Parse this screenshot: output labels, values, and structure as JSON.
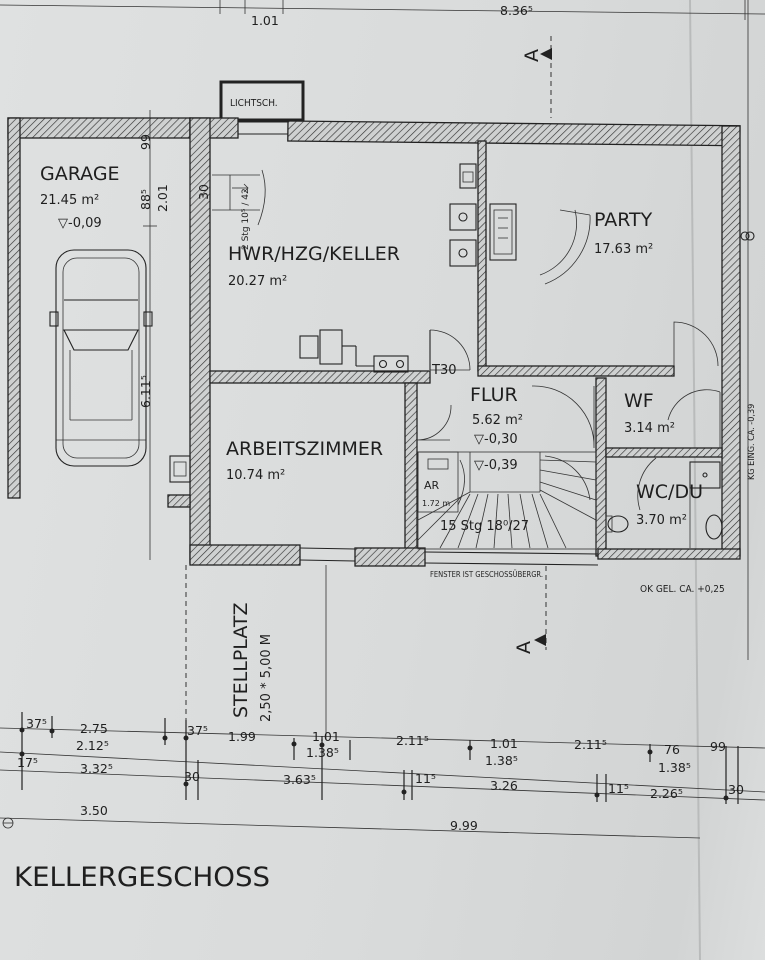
{
  "plan": {
    "title": "KELLERGESCHOSS",
    "top_dims": [
      "1.01",
      "8.36⁵"
    ],
    "rooms": {
      "garage": {
        "name": "GARAGE",
        "area": "21.45 m²",
        "level": "▽-0,09"
      },
      "hwr": {
        "name": "HWR/HZG/KELLER",
        "area": "20.27 m²"
      },
      "party": {
        "name": "PARTY",
        "area": "17.63 m²"
      },
      "flur": {
        "name": "FLUR",
        "area": "5.62 m²",
        "level1": "▽-0,30",
        "level2": "▽-0,39"
      },
      "wf": {
        "name": "WF",
        "area": "3.14 m²"
      },
      "wc": {
        "name": "WC/DU",
        "area": "3.70 m²"
      },
      "arbeit": {
        "name": "ARBEITSZIMMER",
        "area": "10.74 m²"
      }
    },
    "labels": {
      "lichtsch": "LICHTSCH.",
      "t30": "T30",
      "stairs_small": "2 Stg 10⁵ / 42",
      "stairs_main": "15 Stg 18⁰/27",
      "ar": "AR",
      "ar_sub": "1.72 m",
      "fenster": "FENSTER IST GESCHOSSÜBERGR.",
      "ok_gel": "OK GEL. CA. +0,25",
      "kg_eing": "KG EING. CA. -0,39",
      "section_a": "A",
      "stellplatz": "STELLPLATZ",
      "stellplatz_size": "2,50 * 5,00 M"
    },
    "vertical_dims": [
      "99",
      "88⁵",
      "2.01",
      "30",
      "6.11⁵"
    ],
    "dim_rows": {
      "row1": [
        "37⁵",
        "2.75",
        "2.12⁵",
        "37⁵",
        "1.99",
        "1.01",
        "1.38⁵",
        "2.11⁵",
        "1.01",
        "1.38⁵",
        "2.11⁵",
        "76",
        "1.38⁵",
        "99"
      ],
      "row2": [
        "17⁵",
        "3.32⁵",
        "30",
        "3.63⁵",
        "11⁵",
        "3.26",
        "11⁵",
        "2.26⁵",
        "30"
      ],
      "row3": [
        "3.50",
        "9.99"
      ]
    }
  }
}
